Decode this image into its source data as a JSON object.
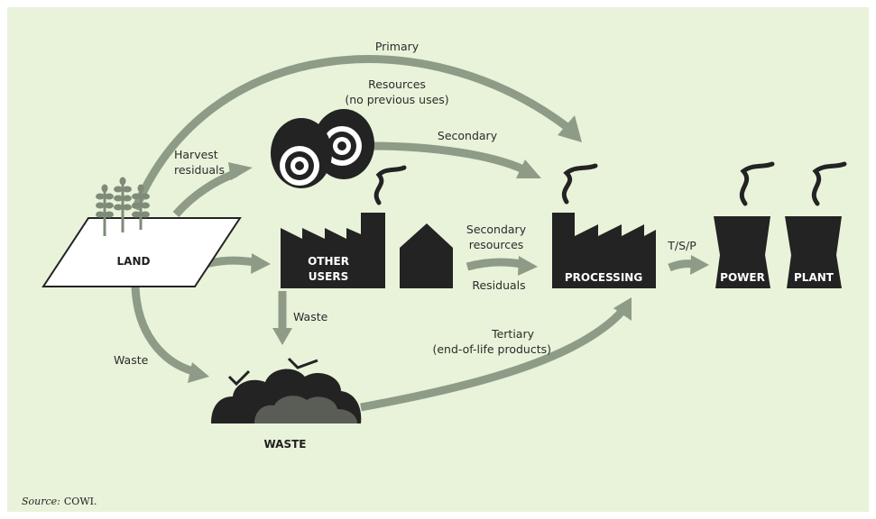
{
  "nodes": {
    "land": "LAND",
    "other_users_line1": "OTHER",
    "other_users_line2": "USERS",
    "processing": "PROCESSING",
    "power": "POWER",
    "plant": "PLANT",
    "waste": "WASTE"
  },
  "flows": {
    "primary": "Primary",
    "resources_line1": "Resources",
    "resources_line2": "(no previous uses)",
    "harvest_line1": "Harvest",
    "harvest_line2": "residuals",
    "secondary": "Secondary",
    "secondary_resources_line1": "Secondary",
    "secondary_resources_line2": "resources",
    "residuals": "Residuals",
    "tsp": "T/S/P",
    "waste_down": "Waste",
    "waste_left": "Waste",
    "tertiary_line1": "Tertiary",
    "tertiary_line2": "(end-of-life products)"
  },
  "source": {
    "label": "Source:",
    "value": "COWI."
  },
  "colors": {
    "background": "#e9f3da",
    "arrow": "#8e9c87",
    "icon": "#232323",
    "waste_light": "#5a5d55"
  }
}
